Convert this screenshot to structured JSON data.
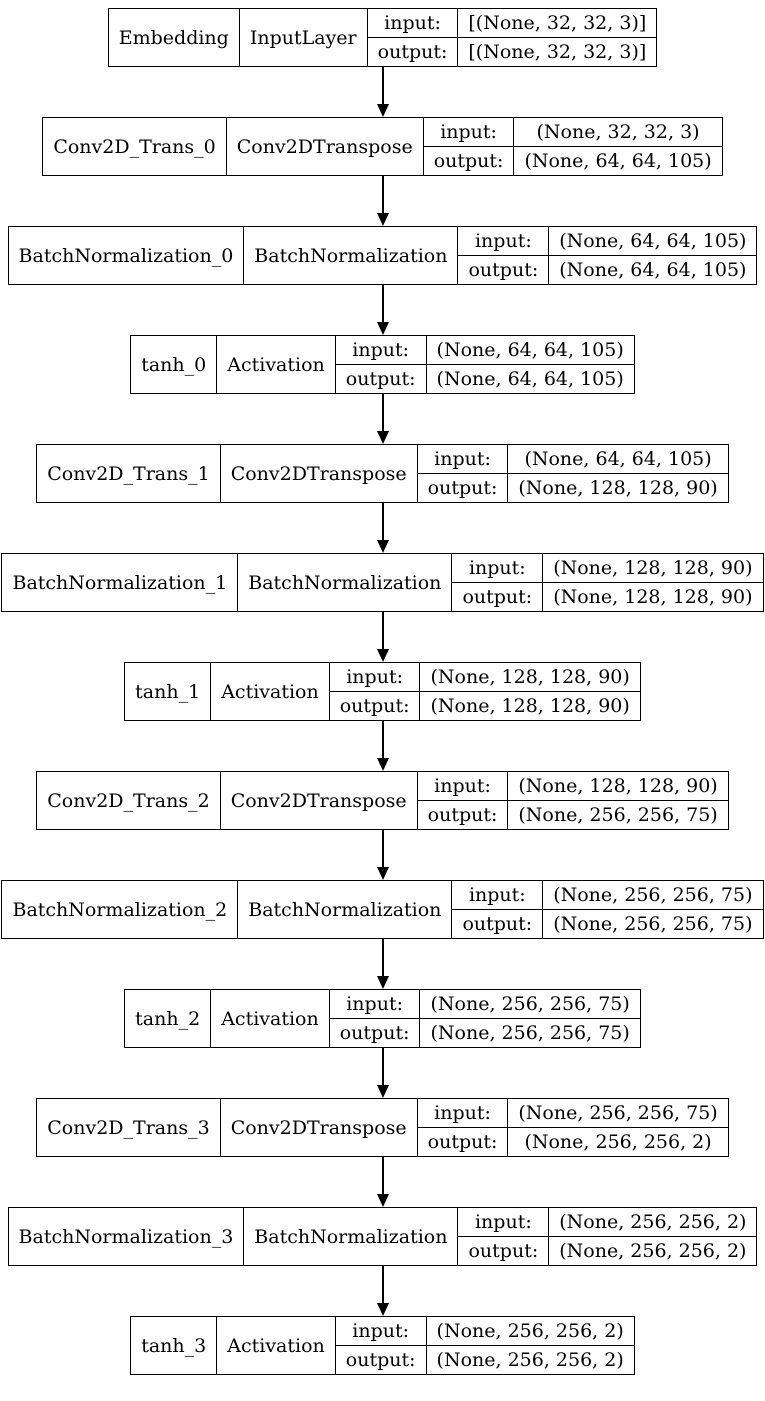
{
  "labels": {
    "input": "input:",
    "output": "output:"
  },
  "colors": {
    "background": "#ffffff",
    "border": "#000000",
    "text": "#000000"
  },
  "nodes": [
    {
      "name": "Embedding",
      "type": "InputLayer",
      "input": "[(None, 32, 32, 3)]",
      "output": "[(None, 32, 32, 3)]"
    },
    {
      "name": "Conv2D_Trans_0",
      "type": "Conv2DTranspose",
      "input": "(None, 32, 32, 3)",
      "output": "(None, 64, 64, 105)"
    },
    {
      "name": "BatchNormalization_0",
      "type": "BatchNormalization",
      "input": "(None, 64, 64, 105)",
      "output": "(None, 64, 64, 105)"
    },
    {
      "name": "tanh_0",
      "type": "Activation",
      "input": "(None, 64, 64, 105)",
      "output": "(None, 64, 64, 105)"
    },
    {
      "name": "Conv2D_Trans_1",
      "type": "Conv2DTranspose",
      "input": "(None, 64, 64, 105)",
      "output": "(None, 128, 128, 90)"
    },
    {
      "name": "BatchNormalization_1",
      "type": "BatchNormalization",
      "input": "(None, 128, 128, 90)",
      "output": "(None, 128, 128, 90)"
    },
    {
      "name": "tanh_1",
      "type": "Activation",
      "input": "(None, 128, 128, 90)",
      "output": "(None, 128, 128, 90)"
    },
    {
      "name": "Conv2D_Trans_2",
      "type": "Conv2DTranspose",
      "input": "(None, 128, 128, 90)",
      "output": "(None, 256, 256, 75)"
    },
    {
      "name": "BatchNormalization_2",
      "type": "BatchNormalization",
      "input": "(None, 256, 256, 75)",
      "output": "(None, 256, 256, 75)"
    },
    {
      "name": "tanh_2",
      "type": "Activation",
      "input": "(None, 256, 256, 75)",
      "output": "(None, 256, 256, 75)"
    },
    {
      "name": "Conv2D_Trans_3",
      "type": "Conv2DTranspose",
      "input": "(None, 256, 256, 75)",
      "output": "(None, 256, 256, 2)"
    },
    {
      "name": "BatchNormalization_3",
      "type": "BatchNormalization",
      "input": "(None, 256, 256, 2)",
      "output": "(None, 256, 256, 2)"
    },
    {
      "name": "tanh_3",
      "type": "Activation",
      "input": "(None, 256, 256, 2)",
      "output": "(None, 256, 256, 2)"
    }
  ]
}
